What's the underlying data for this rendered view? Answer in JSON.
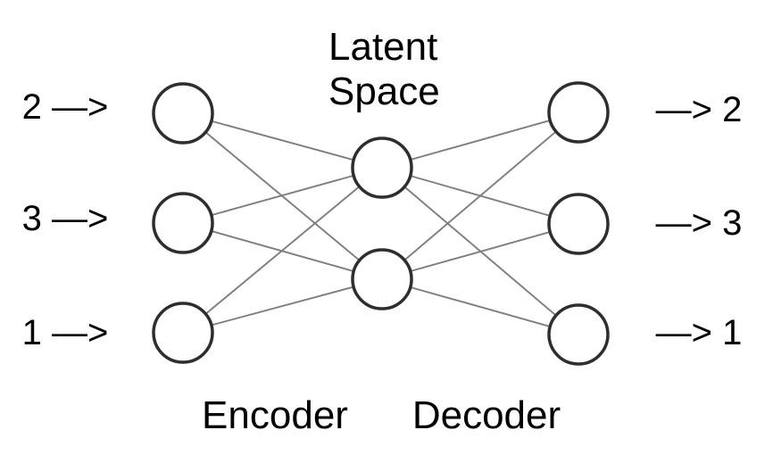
{
  "diagram": {
    "latent_title": [
      "Latent",
      "Space"
    ],
    "encoder_label": "Encoder",
    "decoder_label": "Decoder",
    "inputs": [
      {
        "value": "2",
        "label": "2 —>"
      },
      {
        "value": "3",
        "label": "3 —>"
      },
      {
        "value": "1",
        "label": "1 —>"
      }
    ],
    "outputs": [
      {
        "value": "2",
        "label": "—> 2"
      },
      {
        "value": "3",
        "label": "—> 3"
      },
      {
        "value": "1",
        "label": "—> 1"
      }
    ],
    "structure": {
      "input_nodes": 3,
      "latent_nodes": 2,
      "output_nodes": 3,
      "fully_connected": true
    },
    "colors": {
      "background": "#ffffff",
      "node_fill": "#ffffff",
      "node_stroke": "#2e2e2e",
      "edge_stroke": "#7e7e7e",
      "text": "#000000"
    }
  }
}
